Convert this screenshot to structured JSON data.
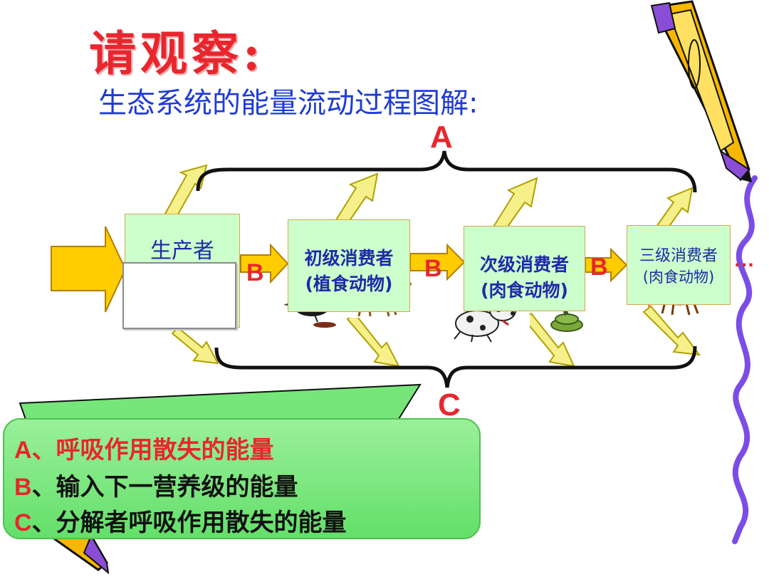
{
  "title": "请观察:",
  "subtitle": "生态系统的能量流动过程图解:",
  "labels": {
    "A": "A",
    "B": "B",
    "C": "C",
    "more": "…"
  },
  "levels": {
    "producer": "生产者",
    "primary": [
      "初级消费者",
      "(植食动物)"
    ],
    "secondary": [
      "次级消费者",
      "(肉食动物)"
    ],
    "tertiary": [
      "三级消费者",
      "(肉食动物)"
    ]
  },
  "legend": {
    "a": {
      "key": "A",
      "text": "、呼吸作用散失的能量"
    },
    "b": {
      "key": "B",
      "text": "、输入下一营养级的能量"
    },
    "c": {
      "key": "C",
      "text": "、分解者呼吸作用散失的能量"
    }
  },
  "colors": {
    "title": "#e8262e",
    "subtitle": "#1f3bd6",
    "box_fill": "#ccffcc",
    "arrow_fill": "#ffcc00",
    "arrow_light": "#f6f08a",
    "legend_fill": "#76e67a"
  },
  "icons": [
    "pencil-icon",
    "plant-icon",
    "crow-icon",
    "horse-icon",
    "dog-icon",
    "snake-icon",
    "tiger-icon"
  ]
}
